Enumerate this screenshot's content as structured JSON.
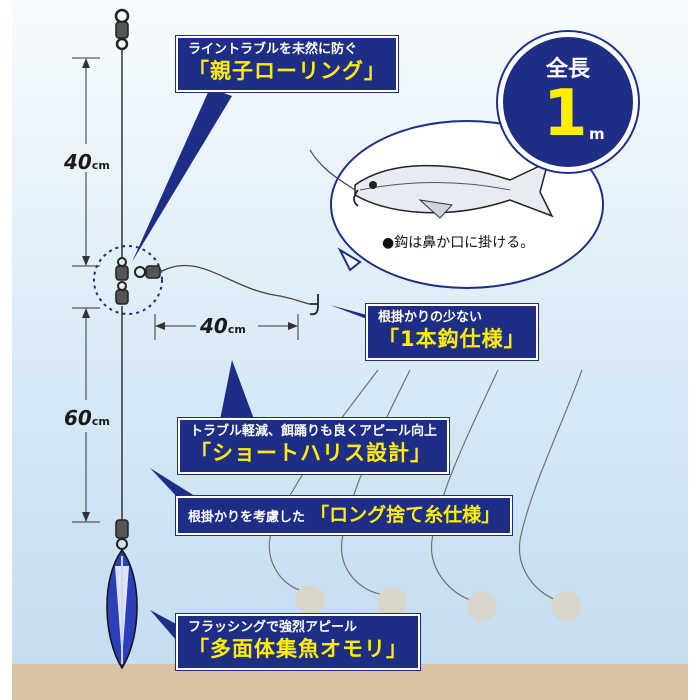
{
  "badge": {
    "title": "全長",
    "value": "1",
    "unit": "m"
  },
  "labels": {
    "swivel": {
      "small": "ライントラブルを未然に防ぐ",
      "big": "「親子ローリング」"
    },
    "single_hook": {
      "small": "根掛かりの少ない",
      "big": "「1本鈎仕様」"
    },
    "short_harris": {
      "small": "トラブル軽減、餌踊りも良くアピール向上",
      "big": "「ショートハリス設計」"
    },
    "long_sute": {
      "small": "根掛かりを考慮した",
      "big": "「ロング捨て糸仕様」"
    },
    "sinker": {
      "small": "フラッシングで強烈アピール",
      "big": "「多面体集魚オモリ」"
    }
  },
  "dimensions": {
    "upper": {
      "value": "40",
      "unit": "cm"
    },
    "branch": {
      "value": "40",
      "unit": "cm"
    },
    "lower": {
      "value": "60",
      "unit": "cm"
    }
  },
  "fish_note": "●鈎は鼻か口に掛ける。",
  "colors": {
    "navy": "#1e2e86",
    "yellow": "#ffee00",
    "sinker_blue": "#2b3fb8"
  }
}
